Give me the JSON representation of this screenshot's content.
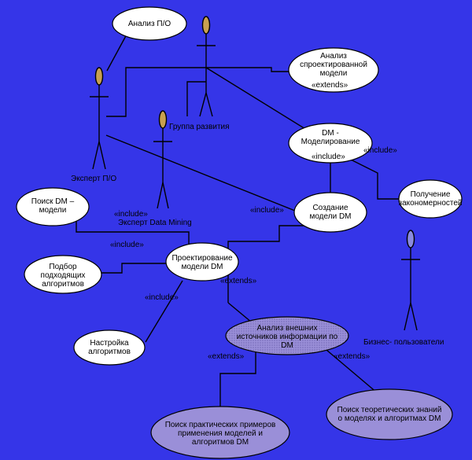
{
  "background_color": "#3535e8",
  "use_cases": {
    "analysis_po": "Анализ П/О",
    "analysis_designed": "Анализ спроектированной модели",
    "analysis_designed_stereotype": "«extends»",
    "dm_modeling": "DM - Моделирование",
    "dm_modeling_stereotype": "«include»",
    "create_model": "Создание модели DM",
    "get_patterns": "Получение закономерностей",
    "search_dm": "Поиск DM – модели",
    "select_algorithms": "Подбор подходящих алгоритмов",
    "design_model": "Проектирование модели DM",
    "tune_algorithms": "Настройка алгоритмов",
    "analysis_external": "Анализ внешних источников информации по DM",
    "search_practical": "Поиск практических примеров применения моделей и алгоритмов DM",
    "search_theory": "Поиск теоретических знаний о моделях и алгоритмах DM"
  },
  "actors": {
    "expert_po": "Эксперт П/О",
    "dev_group": "Группа развития",
    "dm_expert": "Эксперт Data Mining",
    "business_users": "Бизнес- пользователи"
  },
  "stereotypes": {
    "include_right": "«include»",
    "include_mid": "«include»",
    "include_left": "«include»",
    "include_design": "«include»",
    "include_tune": "«include»",
    "extends_design": "«extends»",
    "extends_left": "«extends»",
    "extends_right": "«extends»"
  },
  "colors": {
    "ellipse_white": "#ffffff",
    "ellipse_purple": "#9a8fd8",
    "actor_head_gold": "#c8a050",
    "actor_head_blue": "#8a8ae0"
  }
}
